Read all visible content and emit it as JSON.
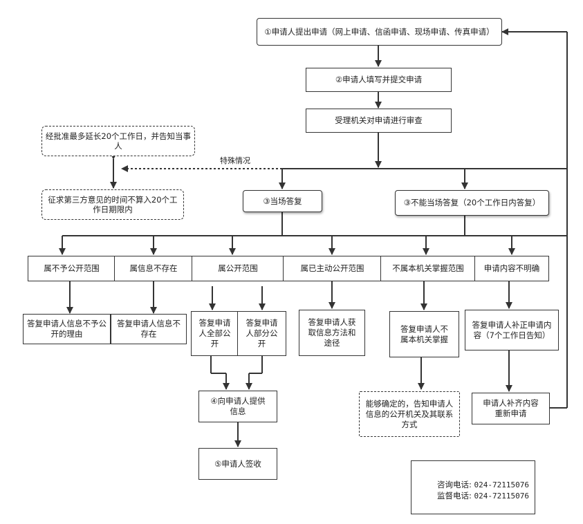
{
  "nodes": {
    "apply": "①申请人提出申请（网上申请、信函申请、现场申请、传真申请）",
    "fill": "②申请人填写并提交申请",
    "review": "受理机关对申请进行审查",
    "extend": "经批准最多延长20个工作日，并告知当事人",
    "third_party": "征求第三方意见的时间不算入20个工作日期限内",
    "special": "特殊情况",
    "reply_now": "③当场答复",
    "reply_later": "③不能当场答复（20个工作日内答复）",
    "cat_not_public": "属不予公开范围",
    "cat_not_exist": "属信息不存在",
    "cat_public": "属公开范围",
    "cat_active": "属已主动公开范围",
    "cat_not_ours": "不属本机关掌握范围",
    "cat_unclear": "申请内容不明确",
    "ans_not_public": "答复申请人信息不予公开的理由",
    "ans_not_exist": "答复申请人信息不存在",
    "ans_all": "答复申请人全部公开",
    "ans_part": "答复申请人部分公开",
    "ans_active": "答复申请人获取信息方法和途径",
    "ans_not_ours": "答复申请人不属本机关掌握",
    "ans_unclear": "答复申请人补正申请内容（7个工作日告知）",
    "provide": "④向申请人提供信息",
    "inform_other": "能够确定的，告知申请人信息的公开机关及其联系方式",
    "resubmit": "申请人补齐内容重新申请",
    "sign": "⑤申请人签收"
  },
  "contact": {
    "consult_label": "咨询电话:",
    "consult_number": "024-72115076",
    "supervise_label": "监督电话:",
    "supervise_number": "024-72115076"
  }
}
